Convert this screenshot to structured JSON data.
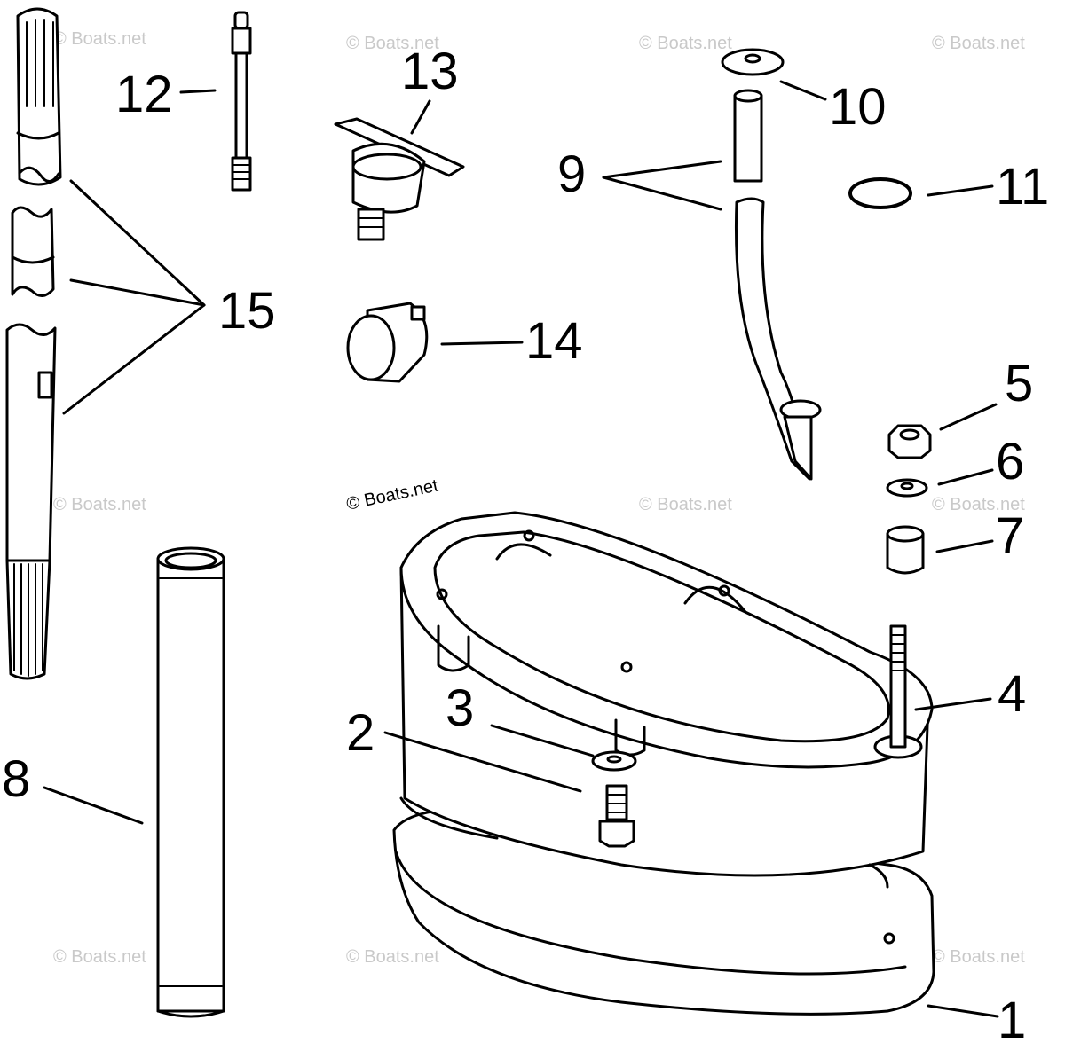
{
  "watermark": "© Boats.net",
  "callouts": [
    {
      "id": "1",
      "label": "1"
    },
    {
      "id": "2",
      "label": "2"
    },
    {
      "id": "3",
      "label": "3"
    },
    {
      "id": "4",
      "label": "4"
    },
    {
      "id": "5",
      "label": "5"
    },
    {
      "id": "6",
      "label": "6"
    },
    {
      "id": "7",
      "label": "7"
    },
    {
      "id": "8",
      "label": "8"
    },
    {
      "id": "9",
      "label": "9"
    },
    {
      "id": "10",
      "label": "10"
    },
    {
      "id": "11",
      "label": "11"
    },
    {
      "id": "12",
      "label": "12"
    },
    {
      "id": "13",
      "label": "13"
    },
    {
      "id": "14",
      "label": "14"
    },
    {
      "id": "15",
      "label": "15"
    }
  ]
}
